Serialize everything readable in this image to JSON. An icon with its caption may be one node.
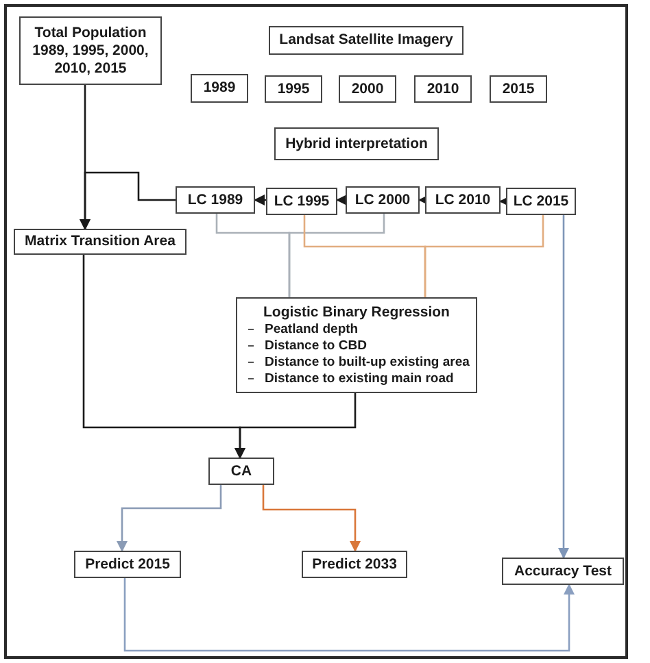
{
  "diagram": {
    "nodes": [
      {
        "text": [
          "Total Population 1989, 1995, 2000, 2010, 2015"
        ]
      },
      {
        "text": [
          "Landsat Satellite Imagery"
        ]
      },
      {
        "text": [
          "1989"
        ]
      },
      {
        "text": [
          "1995"
        ]
      },
      {
        "text": [
          "2000"
        ]
      },
      {
        "text": [
          "2010"
        ]
      },
      {
        "text": [
          "2015"
        ]
      },
      {
        "text": [
          "Hybrid interpretation"
        ]
      },
      {
        "text": [
          "LC 1989"
        ]
      },
      {
        "text": [
          "LC 1995"
        ]
      },
      {
        "text": [
          "LC 2000"
        ]
      },
      {
        "text": [
          "LC 2010"
        ]
      },
      {
        "text": [
          "LC 2015"
        ]
      },
      {
        "text": [
          "Matrix Transition Area"
        ]
      },
      {
        "text": [
          "Logistic Binary Regression",
          "Peatland depth",
          "Distance to CBD",
          "Distance to built-up existing area",
          "Distance to existing main road"
        ]
      },
      {
        "text": [
          "CA"
        ]
      },
      {
        "text": [
          "Predict 2015"
        ]
      },
      {
        "text": [
          "Predict 2033"
        ]
      },
      {
        "text": [
          "Accuracy Test"
        ]
      }
    ],
    "edges": [
      {
        "from": 0,
        "to": 13,
        "arrow": "to"
      },
      {
        "from": 8,
        "to": 13,
        "arrow": "to"
      },
      {
        "from": 12,
        "to": 11,
        "arrow": "to"
      },
      {
        "from": 11,
        "to": 10,
        "arrow": "to"
      },
      {
        "from": 10,
        "to": 9,
        "arrow": "to"
      },
      {
        "from": 9,
        "to": 8,
        "arrow": "to"
      },
      {
        "from": 8,
        "to": 14,
        "arrow": "none",
        "color": "#aab1b8"
      },
      {
        "from": 10,
        "to": 14,
        "arrow": "none",
        "color": "#aab1b8"
      },
      {
        "from": 9,
        "to": 14,
        "arrow": "none",
        "color": "#e2ad80"
      },
      {
        "from": 12,
        "to": 14,
        "arrow": "none",
        "color": "#e2ad80"
      },
      {
        "from": 13,
        "to": 15,
        "arrow": "to"
      },
      {
        "from": 14,
        "to": 15,
        "arrow": "to"
      },
      {
        "from": 15,
        "to": 16,
        "arrow": "to",
        "color": "#8a9bb5"
      },
      {
        "from": 15,
        "to": 17,
        "arrow": "to",
        "color": "#d9773a"
      },
      {
        "from": 12,
        "to": 18,
        "arrow": "to",
        "color": "#7f96b8"
      },
      {
        "from": 16,
        "to": 18,
        "arrow": "to",
        "color": "#8a9fc0"
      }
    ]
  }
}
